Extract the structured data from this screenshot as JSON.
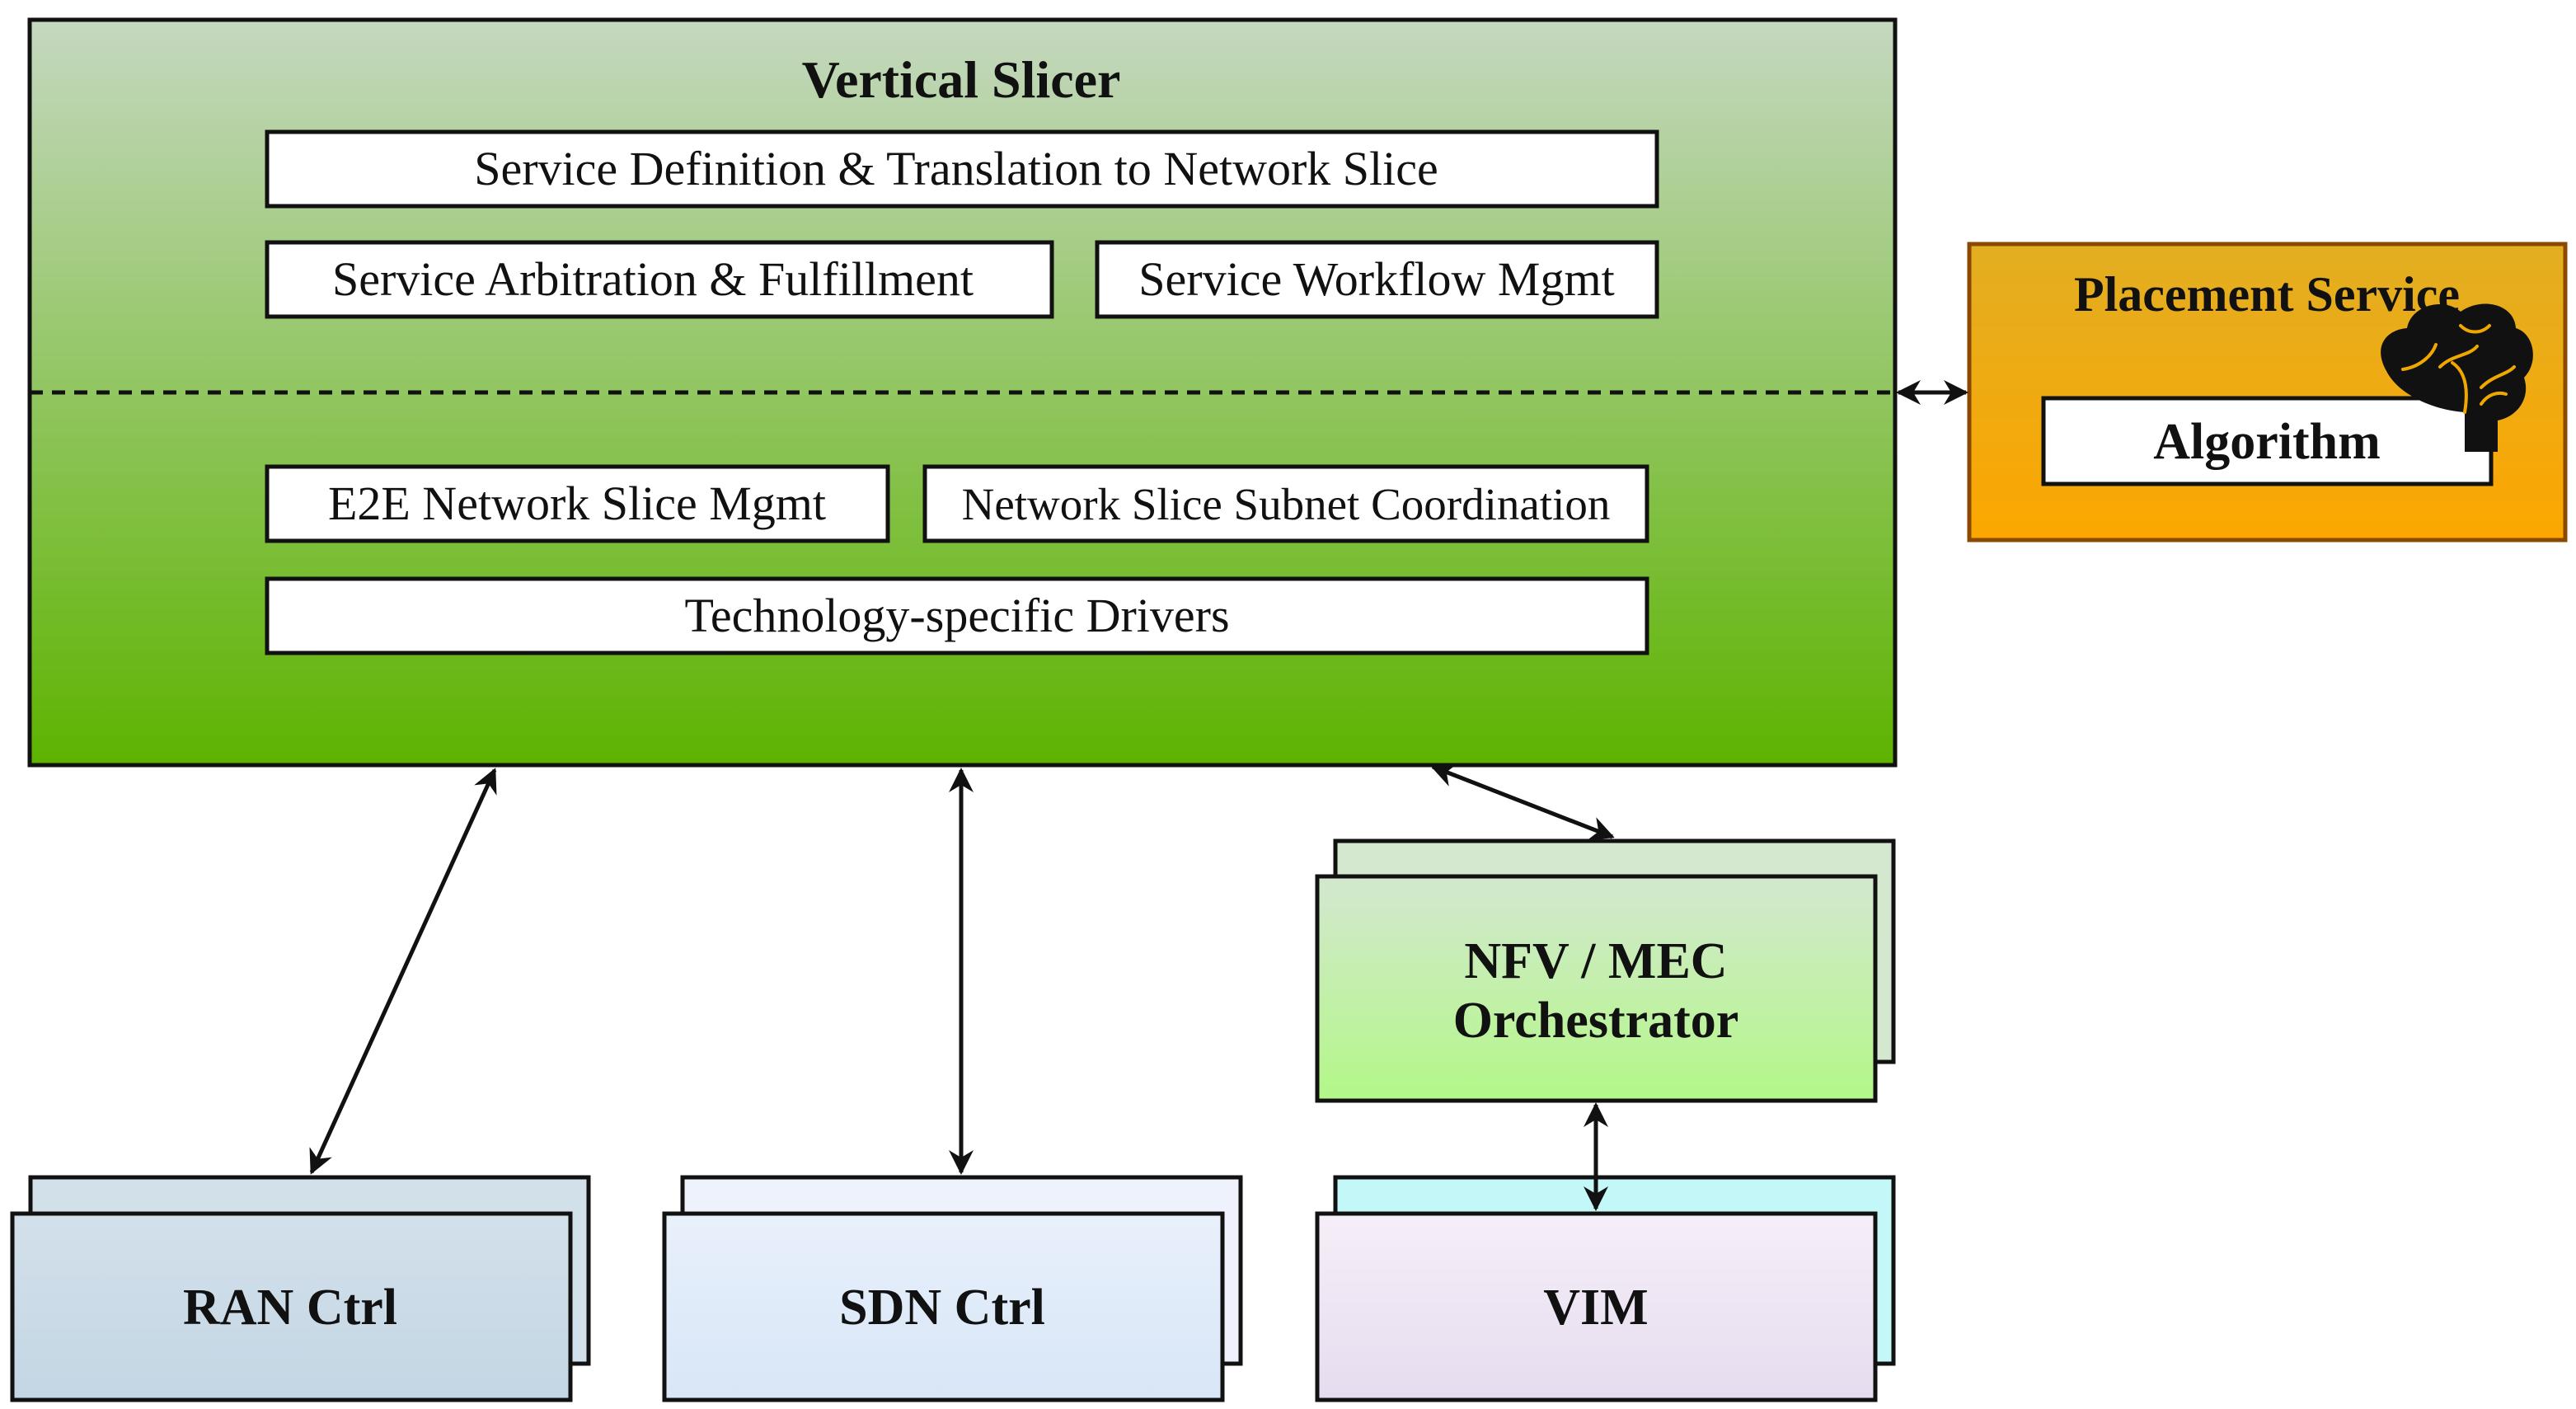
{
  "vertical_slicer": {
    "title": "Vertical Slicer",
    "top_modules": {
      "service_definition": "Service Definition & Translation to Network Slice",
      "service_arbitration": "Service Arbitration & Fulfillment",
      "service_workflow": "Service Workflow Mgmt"
    },
    "bottom_modules": {
      "e2e_slice_mgmt": "E2E Network Slice Mgmt",
      "subnet_coordination": "Network Slice Subnet Coordination",
      "drivers": "Technology-specific Drivers"
    }
  },
  "placement_service": {
    "title": "Placement Service",
    "algorithm": "Algorithm",
    "icon": "brain-icon"
  },
  "orchestrator": {
    "line1": "NFV / MEC",
    "line2": "Orchestrator"
  },
  "controllers": {
    "ran": "RAN Ctrl",
    "sdn": "SDN Ctrl",
    "vim": "VIM"
  },
  "colors": {
    "slicer_top": "#c5d8c0",
    "slicer_bottom": "#5db300",
    "placement_top": "#e2ae22",
    "placement_bottom": "#fca700",
    "placement_border": "#b06000",
    "orchestrator_top": "#d3e8cf",
    "orchestrator_bottom": "#b3f788",
    "ran_fill": "#c4d6e4",
    "sdn_fill": "#d8e6f7",
    "vim_fill": "#ebdfee",
    "vim_back_fill": "#c4f7f8",
    "brain": "#f0a800"
  }
}
